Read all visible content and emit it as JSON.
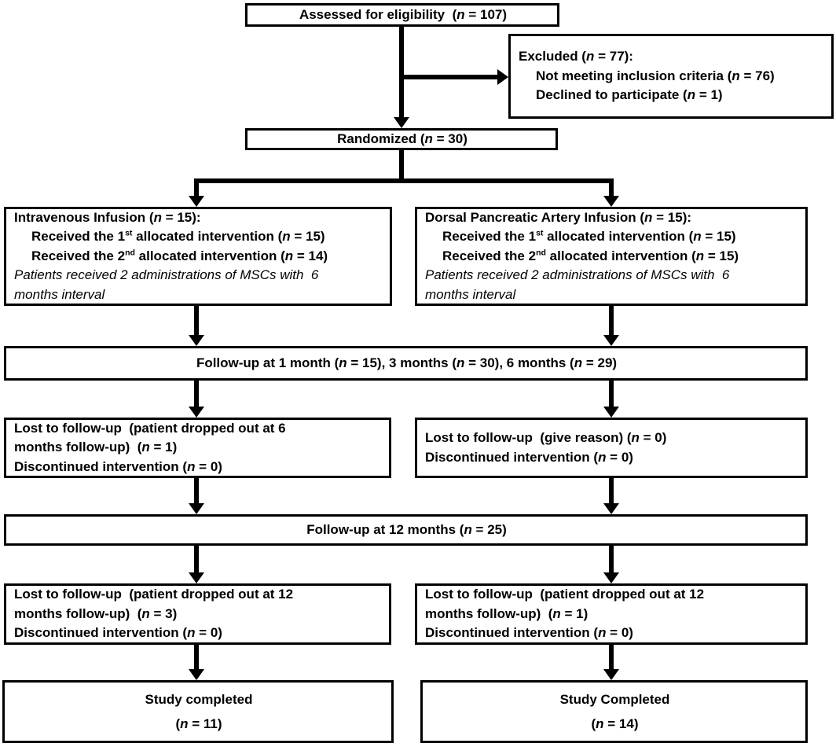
{
  "colors": {
    "line": "#000000",
    "text": "#000000",
    "box_fill": "#ffffff",
    "background": "#ffffff"
  },
  "boxes": {
    "assessed": {
      "lines": [
        {
          "runs": [
            {
              "t": "Assessed for eligibility  ("
            },
            {
              "t": "n",
              "i": true
            },
            {
              "t": " = 107)"
            }
          ]
        }
      ]
    },
    "excluded": {
      "lines": [
        {
          "runs": [
            {
              "t": "Excluded ("
            },
            {
              "t": "n",
              "i": true
            },
            {
              "t": " = 77):"
            }
          ]
        },
        {
          "cls": "indent",
          "runs": [
            {
              "t": "Not meeting inclusion criteria ("
            },
            {
              "t": "n",
              "i": true
            },
            {
              "t": " = 76)"
            }
          ]
        },
        {
          "cls": "indent",
          "runs": [
            {
              "t": "Declined to participate ("
            },
            {
              "t": "n",
              "i": true
            },
            {
              "t": " = 1)"
            }
          ]
        }
      ]
    },
    "randomized": {
      "lines": [
        {
          "runs": [
            {
              "t": "Randomized ("
            },
            {
              "t": "n",
              "i": true
            },
            {
              "t": " = 30)"
            }
          ]
        }
      ]
    },
    "alloc_iv": {
      "lines": [
        {
          "runs": [
            {
              "t": "Intravenous Infusion ("
            },
            {
              "t": "n",
              "i": true
            },
            {
              "t": " = 15):"
            }
          ]
        },
        {
          "cls": "indent",
          "runs": [
            {
              "t": "Received the 1"
            },
            {
              "t": "st",
              "sup": true
            },
            {
              "t": " allocated intervention ("
            },
            {
              "t": "n",
              "i": true
            },
            {
              "t": " = 15)"
            }
          ]
        },
        {
          "cls": "indent",
          "runs": [
            {
              "t": "Received the 2"
            },
            {
              "t": "nd",
              "sup": true
            },
            {
              "t": " allocated intervention ("
            },
            {
              "t": "n",
              "i": true
            },
            {
              "t": " = 14)"
            }
          ]
        },
        {
          "cls": "italic",
          "runs": [
            {
              "t": "Patients received 2 administrations of MSCs with  6"
            }
          ]
        },
        {
          "cls": "italic",
          "runs": [
            {
              "t": "months interval"
            }
          ]
        }
      ]
    },
    "alloc_dpa": {
      "lines": [
        {
          "runs": [
            {
              "t": "Dorsal Pancreatic Artery Infusion ("
            },
            {
              "t": "n",
              "i": true
            },
            {
              "t": " = 15):"
            }
          ]
        },
        {
          "cls": "indent",
          "runs": [
            {
              "t": "Received the 1"
            },
            {
              "t": "st",
              "sup": true
            },
            {
              "t": " allocated intervention ("
            },
            {
              "t": "n",
              "i": true
            },
            {
              "t": " = 15)"
            }
          ]
        },
        {
          "cls": "indent",
          "runs": [
            {
              "t": "Received the 2"
            },
            {
              "t": "nd",
              "sup": true
            },
            {
              "t": " allocated intervention ("
            },
            {
              "t": "n",
              "i": true
            },
            {
              "t": " = 15)"
            }
          ]
        },
        {
          "cls": "italic",
          "runs": [
            {
              "t": "Patients received 2 administrations of MSCs with  6"
            }
          ]
        },
        {
          "cls": "italic",
          "runs": [
            {
              "t": "months interval"
            }
          ]
        }
      ]
    },
    "followup_1_3_6": {
      "lines": [
        {
          "runs": [
            {
              "t": "Follow-up at 1 month ("
            },
            {
              "t": "n",
              "i": true
            },
            {
              "t": " = 15), 3 months ("
            },
            {
              "t": "n",
              "i": true
            },
            {
              "t": " = 30), 6 months ("
            },
            {
              "t": "n",
              "i": true
            },
            {
              "t": " = 29)"
            }
          ]
        }
      ]
    },
    "lost_6mo_iv": {
      "lines": [
        {
          "runs": [
            {
              "t": "Lost to follow-up  (patient dropped out at 6"
            }
          ]
        },
        {
          "runs": [
            {
              "t": "months follow-up)  ("
            },
            {
              "t": "n",
              "i": true
            },
            {
              "t": " = 1)"
            }
          ]
        },
        {
          "runs": [
            {
              "t": "Discontinued intervention ("
            },
            {
              "t": "n",
              "i": true
            },
            {
              "t": " = 0)"
            }
          ]
        }
      ]
    },
    "lost_6mo_dpa": {
      "lines": [
        {
          "runs": [
            {
              "t": "Lost to follow-up  (give reason) ("
            },
            {
              "t": "n",
              "i": true
            },
            {
              "t": " = 0)"
            }
          ]
        },
        {
          "runs": [
            {
              "t": "Discontinued intervention ("
            },
            {
              "t": "n",
              "i": true
            },
            {
              "t": " = 0)"
            }
          ]
        }
      ]
    },
    "followup_12": {
      "lines": [
        {
          "runs": [
            {
              "t": "Follow-up at 12 months ("
            },
            {
              "t": "n",
              "i": true
            },
            {
              "t": " = 25)"
            }
          ]
        }
      ]
    },
    "lost_12mo_iv": {
      "lines": [
        {
          "runs": [
            {
              "t": "Lost to follow-up  (patient dropped out at 12"
            }
          ]
        },
        {
          "runs": [
            {
              "t": "months follow-up)  ("
            },
            {
              "t": "n",
              "i": true
            },
            {
              "t": " = 3)"
            }
          ]
        },
        {
          "runs": [
            {
              "t": "Discontinued intervention ("
            },
            {
              "t": "n",
              "i": true
            },
            {
              "t": " = 0)"
            }
          ]
        }
      ]
    },
    "lost_12mo_dpa": {
      "lines": [
        {
          "runs": [
            {
              "t": "Lost to follow-up  (patient dropped out at 12"
            }
          ]
        },
        {
          "runs": [
            {
              "t": "months follow-up)  ("
            },
            {
              "t": "n",
              "i": true
            },
            {
              "t": " = 1)"
            }
          ]
        },
        {
          "runs": [
            {
              "t": "Discontinued intervention ("
            },
            {
              "t": "n",
              "i": true
            },
            {
              "t": " = 0)"
            }
          ]
        }
      ]
    },
    "completed_iv": {
      "lines": [
        {
          "runs": [
            {
              "t": "Study completed"
            }
          ]
        },
        {
          "runs": [
            {
              "t": "("
            },
            {
              "t": "n",
              "i": true
            },
            {
              "t": " = 11)"
            }
          ]
        }
      ]
    },
    "completed_dpa": {
      "lines": [
        {
          "runs": [
            {
              "t": "Study Completed"
            }
          ]
        },
        {
          "runs": [
            {
              "t": "("
            },
            {
              "t": "n",
              "i": true
            },
            {
              "t": " = 14)"
            }
          ]
        }
      ]
    }
  }
}
